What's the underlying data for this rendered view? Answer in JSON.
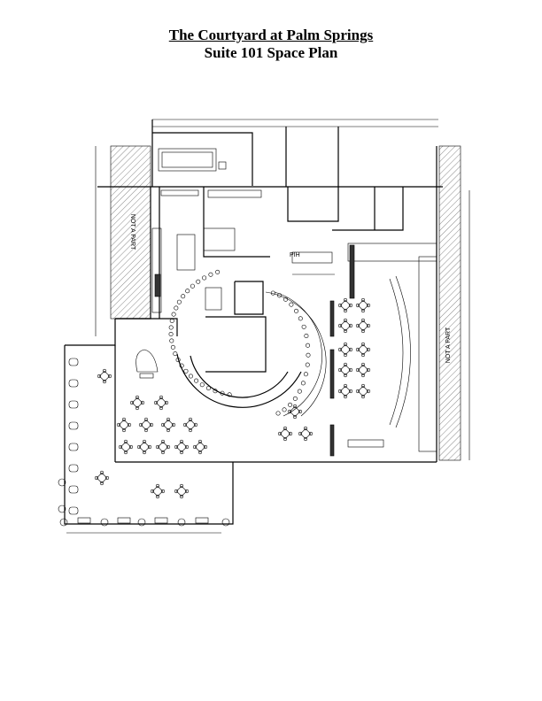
{
  "header": {
    "title": "The Courtyard at Palm Springs",
    "subtitle": "Suite 101 Space Plan"
  },
  "plan": {
    "not_a_part_left": "NOT A PART",
    "not_a_part_right": "NOT A PART",
    "pih_label": "PIH"
  }
}
